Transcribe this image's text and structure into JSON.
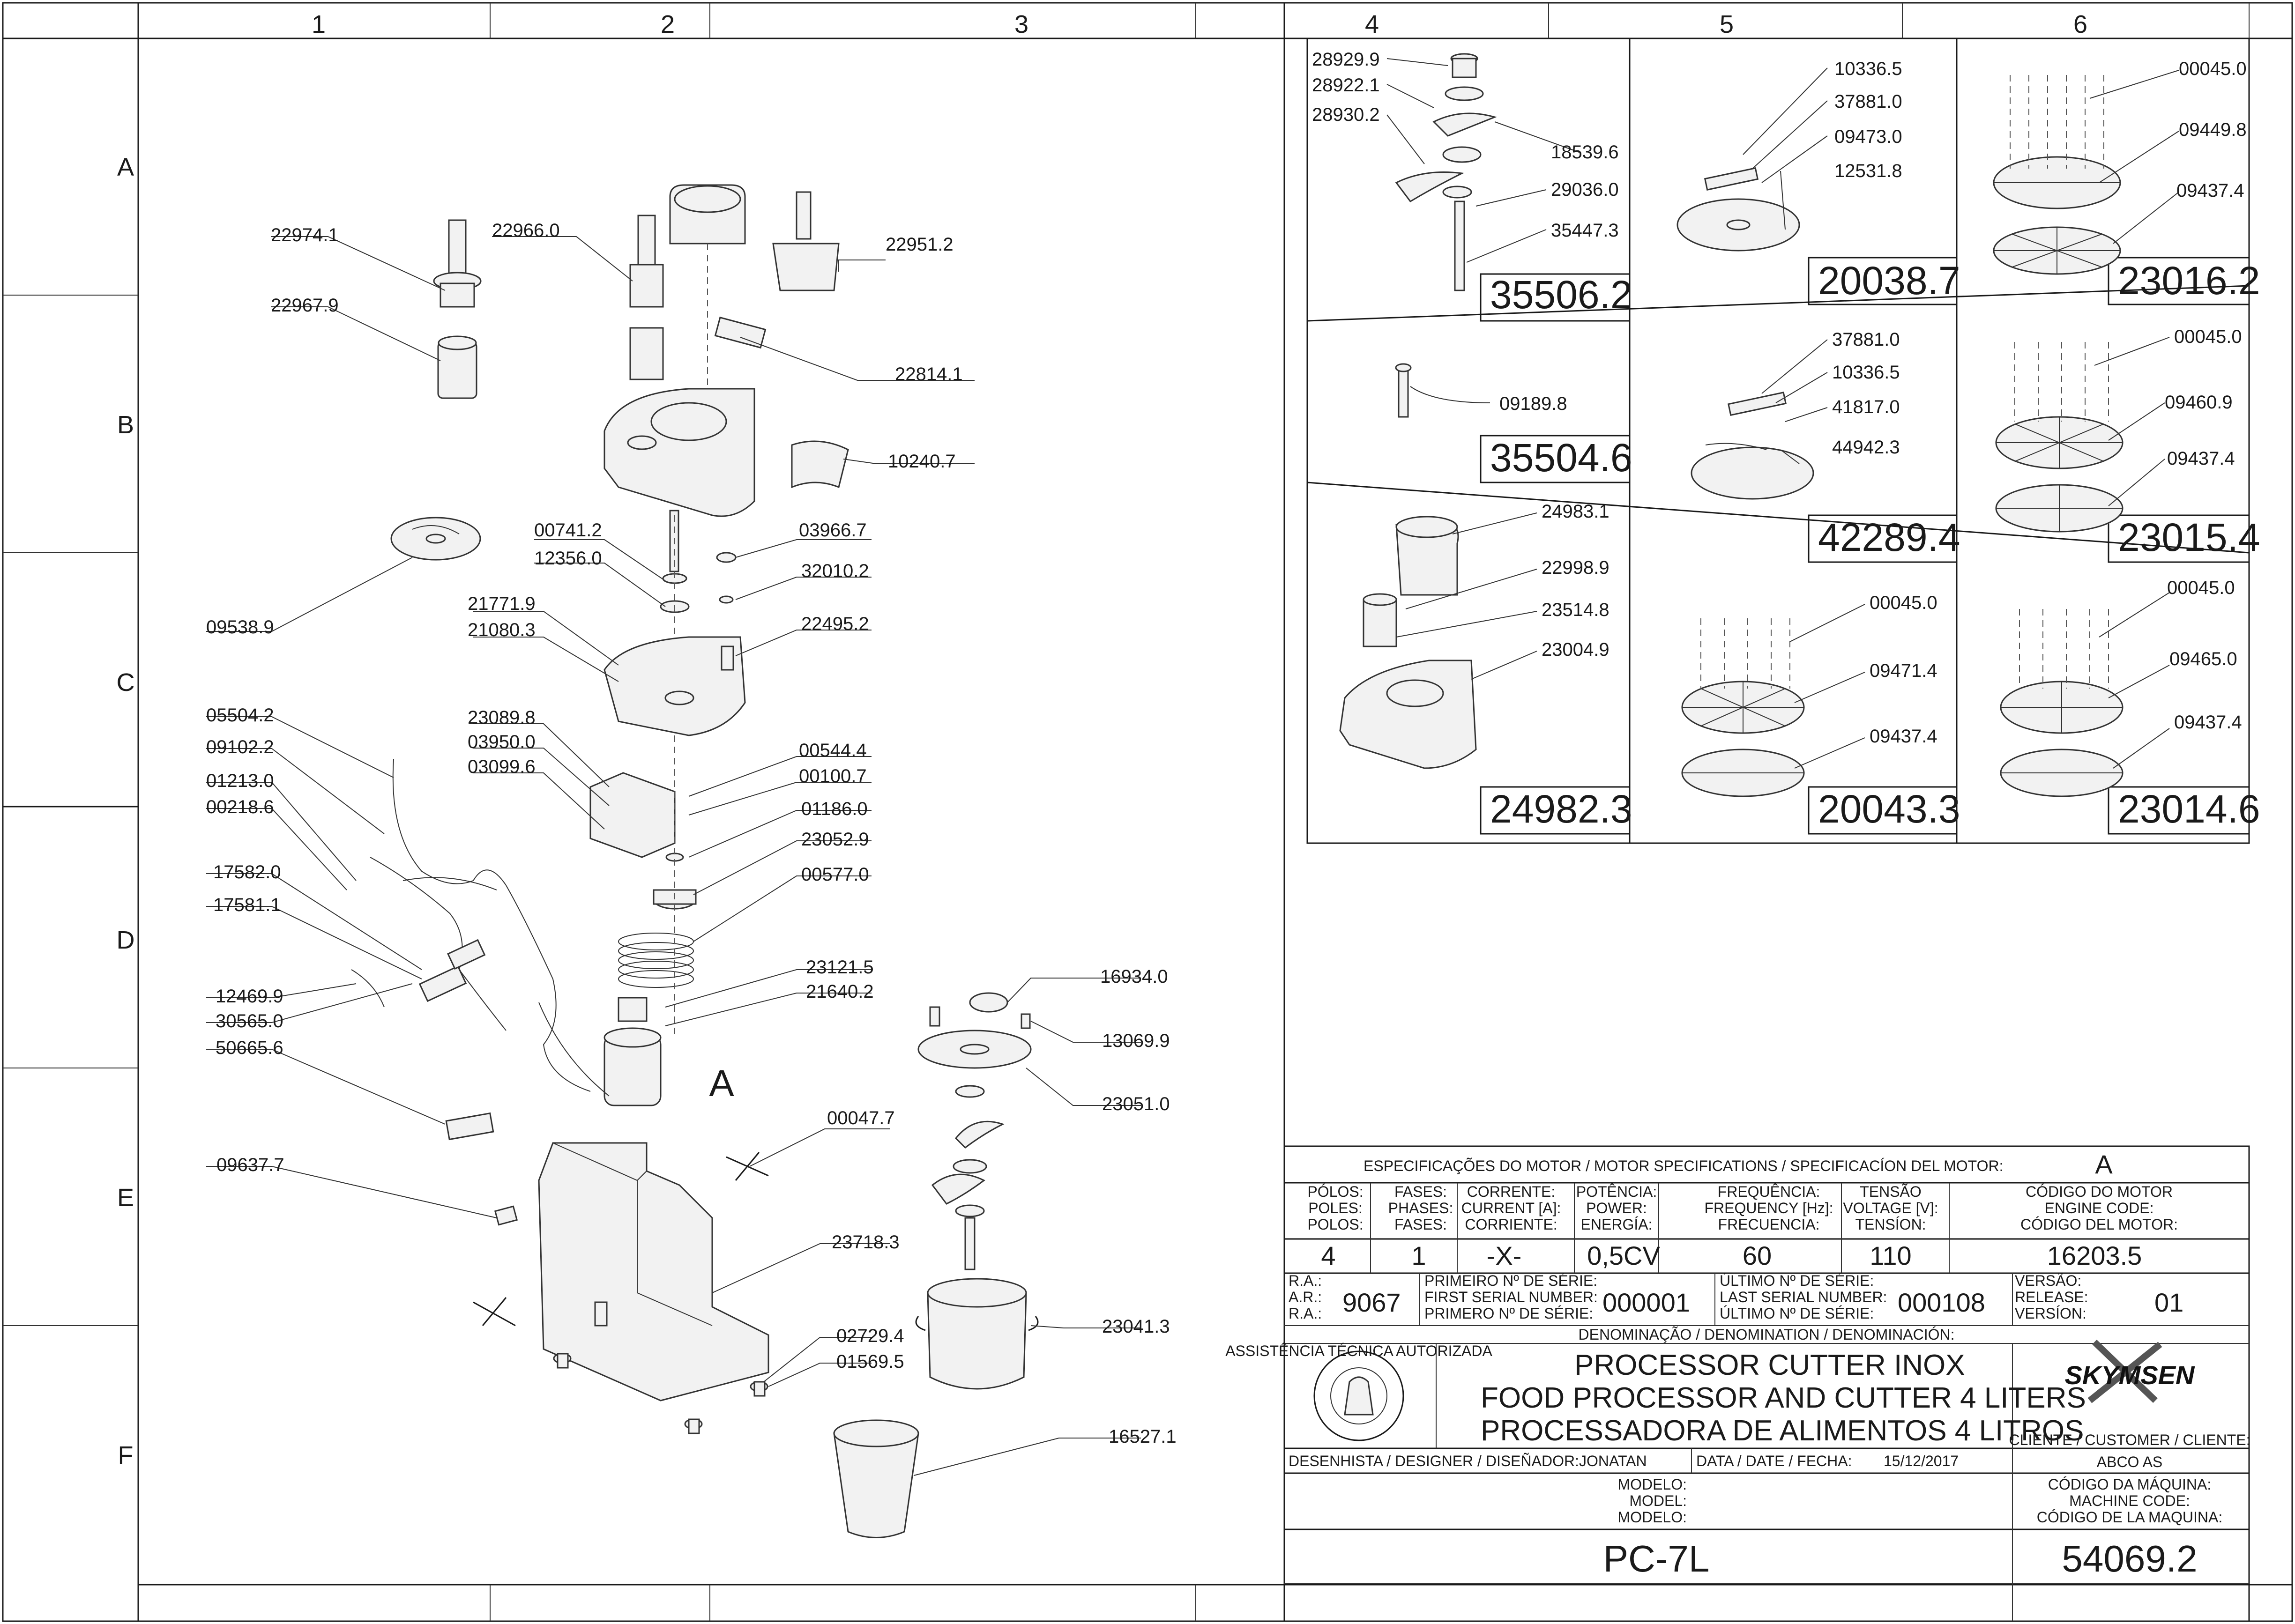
{
  "grid": {
    "columns": [
      "1",
      "2",
      "3",
      "4",
      "5",
      "6"
    ],
    "rows": [
      "A",
      "B",
      "C",
      "D",
      "E",
      "F"
    ]
  },
  "assembly_callout": "A",
  "left_labels": [
    "22974.1",
    "22967.9",
    "22966.0",
    "22951.2",
    "22814.1",
    "10240.7",
    "00741.2",
    "12356.0",
    "03966.7",
    "32010.2",
    "09538.9",
    "21771.9",
    "21080.3",
    "22495.2",
    "05504.2",
    "23089.8",
    "03950.0",
    "03099.6",
    "09102.2",
    "01213.0",
    "00218.6",
    "00544.4",
    "00100.7",
    "01186.0",
    "23052.9",
    "00577.0",
    "17582.0",
    "17581.1",
    "12469.9",
    "30565.0",
    "50665.6",
    "23121.5",
    "21640.2",
    "16934.0",
    "13069.9",
    "23051.0",
    "00047.7",
    "09637.7",
    "23718.3",
    "02729.4",
    "01569.5",
    "23041.3",
    "16527.1"
  ],
  "cells": [
    {
      "code": "35506.2",
      "labels": [
        "28929.9",
        "28922.1",
        "28930.2",
        "18539.6",
        "29036.0",
        "35447.3"
      ]
    },
    {
      "code": "20038.7",
      "labels": [
        "10336.5",
        "37881.0",
        "09473.0",
        "12531.8"
      ]
    },
    {
      "code": "23016.2",
      "labels": [
        "00045.0",
        "09449.8",
        "09437.4"
      ]
    },
    {
      "code": "35504.6",
      "labels": [
        "09189.8"
      ]
    },
    {
      "code": "42289.4",
      "labels": [
        "37881.0",
        "10336.5",
        "41817.0",
        "44942.3"
      ]
    },
    {
      "code": "23015.4",
      "labels": [
        "00045.0",
        "09460.9",
        "09437.4"
      ]
    },
    {
      "code": "24982.3",
      "labels": [
        "24983.1",
        "22998.9",
        "23514.8",
        "23004.9"
      ]
    },
    {
      "code": "20043.3",
      "labels": [
        "00045.0",
        "09471.4",
        "09437.4"
      ]
    },
    {
      "code": "23014.6",
      "labels": [
        "00045.0",
        "09465.0",
        "09437.4"
      ]
    }
  ],
  "title_block": {
    "motor_spec_header": "ESPECIFICAÇÕES DO MOTOR / MOTOR SPECIFICATIONS / SPECIFICACÍON DEL MOTOR:",
    "motor_spec_value": "A",
    "columns": [
      {
        "label": [
          "PÓLOS:",
          "POLES:",
          "POLOS:"
        ],
        "value": "4"
      },
      {
        "label": [
          "FASES:",
          "PHASES:",
          "FASES:"
        ],
        "value": "1"
      },
      {
        "label": [
          "CORRENTE:",
          "CURRENT [A]:",
          "CORRIENTE:"
        ],
        "value": "-X-"
      },
      {
        "label": [
          "POTÊNCIA:",
          "POWER:",
          "ENERGÍA:"
        ],
        "value": "0,5CV"
      },
      {
        "label": [
          "FREQUÊNCIA:",
          "FREQUENCY [Hz]:",
          "FRECUENCIA:"
        ],
        "value": "60"
      },
      {
        "label": [
          "TENSÃO",
          "VOLTAGE [V]:",
          "TENSÍON:"
        ],
        "value": "110"
      },
      {
        "label": [
          "CÓDIGO DO MOTOR",
          "ENGINE CODE:",
          "CÓDIGO DEL MOTOR:"
        ],
        "value": "16203.5"
      }
    ],
    "ra": {
      "label": [
        "R.A.:",
        "A.R.:",
        "R.A.:"
      ],
      "value": "9067"
    },
    "first_serial": {
      "label": [
        "PRIMEIRO Nº DE SÉRIE:",
        "FIRST SERIAL NUMBER:",
        "PRIMERO Nº DE SÉRIE:"
      ],
      "value": "000001"
    },
    "last_serial": {
      "label": [
        "ÚLTIMO Nº DE SÉRIE:",
        "LAST SERIAL NUMBER:",
        "ÚLTIMO Nº DE SÉRIE:"
      ],
      "value": "000108"
    },
    "version": {
      "label": [
        "VERSÃO:",
        "RELEASE:",
        "VERSÍON:"
      ],
      "value": "01"
    },
    "denomination_label": "DENOMINAÇÃO / DENOMINATION / DENOMINACIÓN:",
    "denomination_lines": [
      "PROCESSOR CUTTER INOX",
      "FOOD PROCESSOR AND CUTTER 4 LITERS",
      "PROCESSADORA DE ALIMENTOS 4 LITROS"
    ],
    "seal_text": "ASSISTÊNCIA TÉCNICA AUTORIZADA",
    "brand": "SKYMSEN",
    "customer_label": "CLIENTE / CUSTOMER / CLIENTE:",
    "customer_value": "ABCO AS",
    "designer_label": "DESENHISTA / DESIGNER / DISEÑADOR:",
    "designer_value": "JONATAN",
    "date_label": "DATA / DATE / FECHA:",
    "date_value": "15/12/2017",
    "model_label": [
      "MODELO:",
      "MODEL:",
      "MODELO:"
    ],
    "model_value": "PC-7L",
    "machine_code_label": [
      "CÓDIGO DA MÁQUINA:",
      "MACHINE CODE:",
      "CÓDIGO DE LA MAQUINA:"
    ],
    "machine_code_value": "54069.2"
  }
}
